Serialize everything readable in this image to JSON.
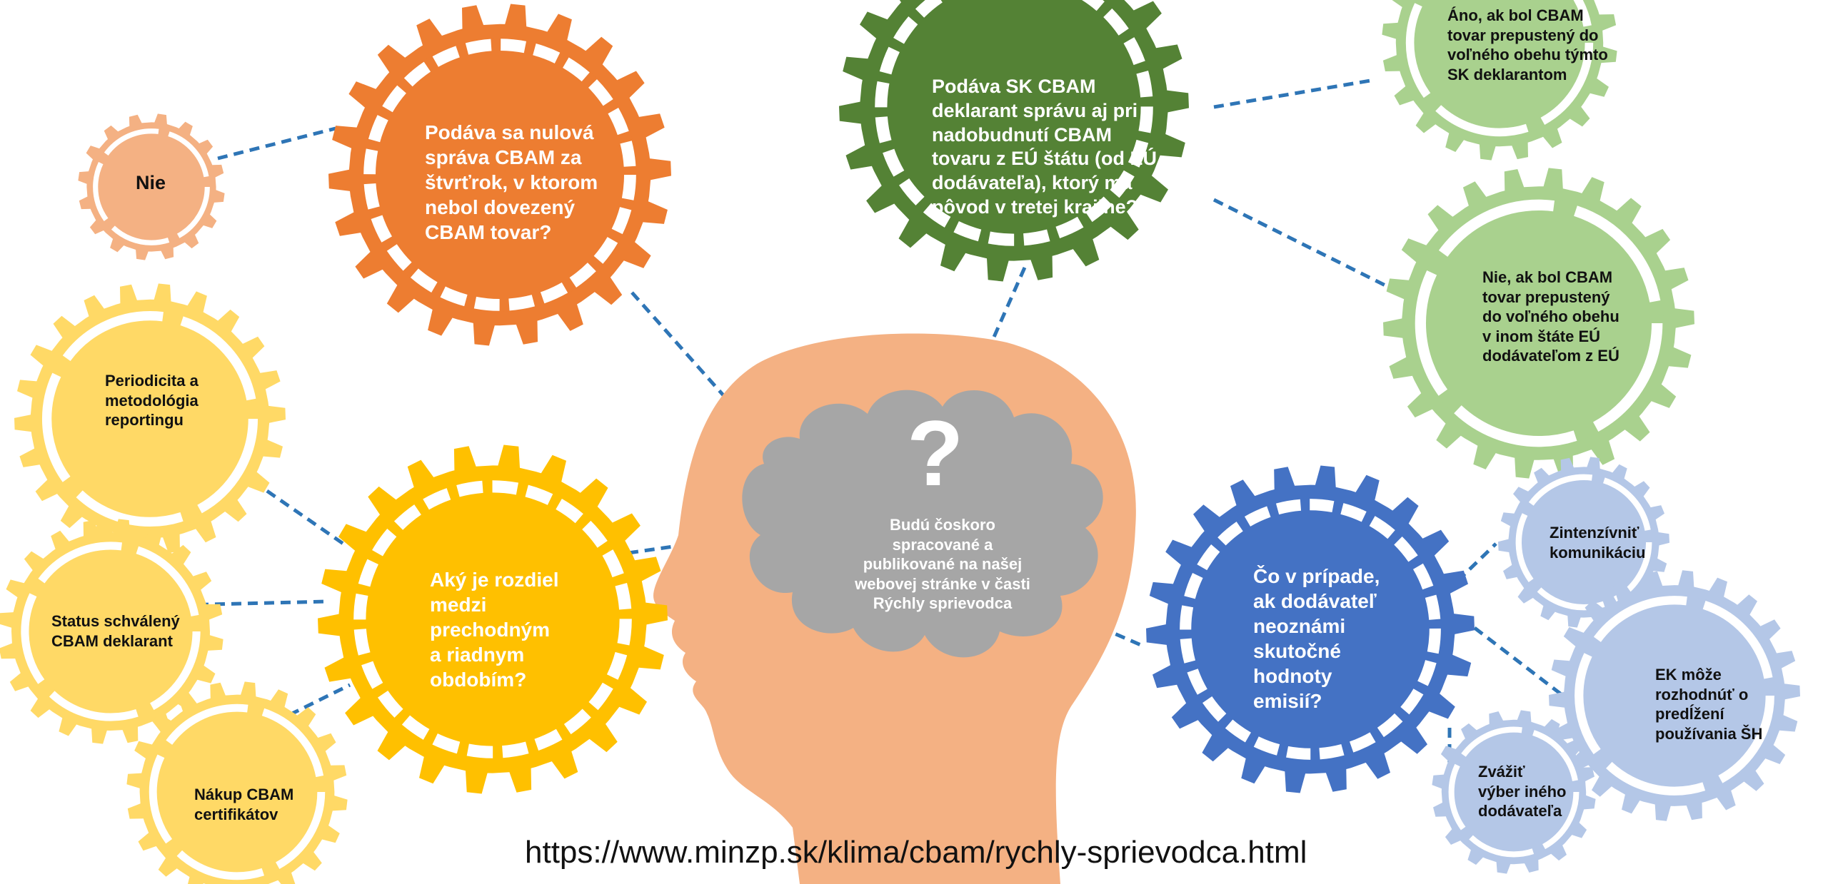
{
  "colors": {
    "orange": "#ED7D31",
    "salmon": "#F4B183",
    "green": "#548235",
    "lightgreen": "#A9D18E",
    "yellow": "#FFC000",
    "lightyellow": "#FFD966",
    "blue": "#4472C4",
    "lightblue": "#B4C7E7",
    "head": "#F4B183",
    "brain": "#A6A6A6",
    "connector": "#2E75B6"
  },
  "brain": {
    "question_mark": "?",
    "text": "Budú čoskoro\nspracované a\npublikované na našej\nwebovej stránke v časti\nRýchly sprievodca"
  },
  "gears": {
    "orange_question": "Podáva sa nulová\nspráva CBAM za\nštvrťrok, v ktorom\nnebol dovezený\nCBAM tovar?",
    "nie": "Nie",
    "green_question": "Podáva SK CBAM\ndeklarant správu aj pri\nnadobudnutí CBAM\ntovaru z EÚ štátu (od EÚ\ndodávateľa), ktorý má\npôvod v tretej krajine?",
    "ano": "Áno, ak bol CBAM\ntovar prepustený do\nvoľného obehu týmto\nSK deklarantom",
    "nie_ak": "Nie, ak bol CBAM\ntovar prepustený\ndo voľného obehu\nv inom štáte EÚ\ndodávateľom z EÚ",
    "periodicita": "Periodicita a\nmetodológia\nreportingu",
    "yellow_question": "Aký je rozdiel\nmedzi\nprechodným\na riadnym\nobdobím?",
    "status": "Status schválený\nCBAM deklarant",
    "nakup": "Nákup CBAM\ncertifikátov",
    "blue_question": "Čo v prípade,\nak dodávateľ\nneoznámi\nskutočné\nhodnoty\nemisií?",
    "zintenzivnit": "Zintenzívniť\nkomunikáciu",
    "ek": "EK môže\nrozhodnúť o\npredĺžení\npoužívania ŠH",
    "zvazit": "Zvážiť\nvýber iného\ndodávateľa"
  },
  "footer": {
    "url": "https://www.minzp.sk/klima/cbam/rychly-sprievodca.html"
  }
}
